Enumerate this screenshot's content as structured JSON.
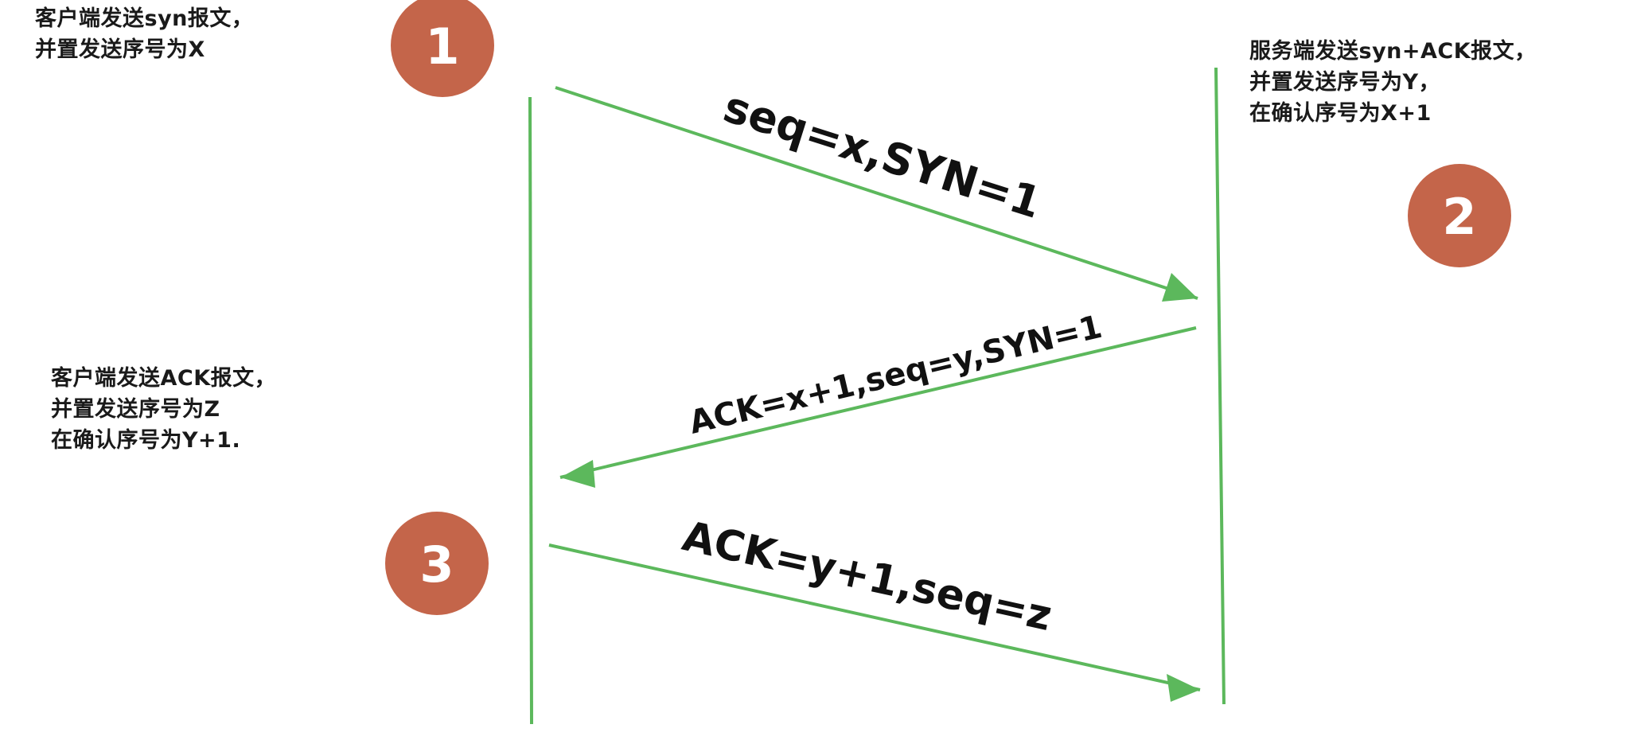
{
  "notes": {
    "client_syn": [
      "客户端发送syn报文，",
      "并置发送序号为X"
    ],
    "server_synack": [
      "服务端发送syn+ACK报文，",
      "并置发送序号为Y，",
      "在确认序号为X+1"
    ],
    "client_ack": [
      "客户端发送ACK报文，",
      "并置发送序号为Z",
      "在确认序号为Y+1."
    ]
  },
  "steps": [
    "1",
    "2",
    "3"
  ],
  "messages": [
    {
      "label": "seq=x,SYN=1"
    },
    {
      "label": "ACK=x+1,seq=y,SYN=1"
    },
    {
      "label": "ACK=y+1,seq=z"
    }
  ],
  "colors": {
    "line": "#5cb85c",
    "badge": "#c4654a",
    "badge_text": "#ffffff",
    "text": "#111111"
  }
}
